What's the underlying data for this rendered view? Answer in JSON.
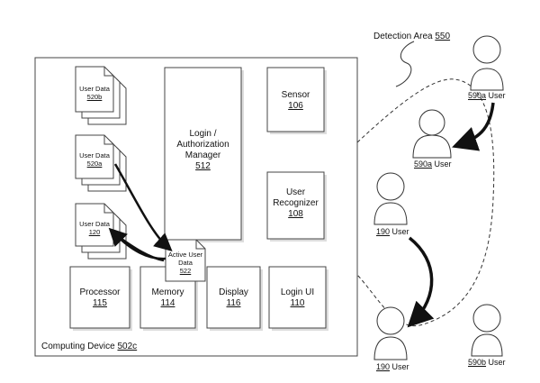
{
  "detection_area": {
    "text": "Detection Area ",
    "num": "550"
  },
  "computing_device": {
    "text": "Computing Device ",
    "num": "502c"
  },
  "components": {
    "login_manager": {
      "label": "Login / Authorization Manager",
      "num": "512"
    },
    "sensor": {
      "label": "Sensor",
      "num": "106"
    },
    "user_recognizer": {
      "label": "User Recognizer",
      "num": "108"
    },
    "processor": {
      "label": "Processor",
      "num": "115"
    },
    "memory": {
      "label": "Memory",
      "num": "114"
    },
    "display": {
      "label": "Display",
      "num": "116"
    },
    "login_ui": {
      "label": "Login UI",
      "num": "110"
    }
  },
  "documents": {
    "user_data_520b": {
      "label": "User Data",
      "num": "520b"
    },
    "user_data_520a": {
      "label": "User Data",
      "num": "520a"
    },
    "user_data_120": {
      "label": "User Data",
      "num": "120"
    },
    "active_user_data": {
      "label": "Active User Data",
      "num": "522"
    }
  },
  "users": {
    "u590a_top": {
      "num": "590a",
      "text": " User"
    },
    "u590a_mid": {
      "num": "590a",
      "text": " User"
    },
    "u190_mid": {
      "num": "190",
      "text": " User"
    },
    "u190_bottom": {
      "num": "190",
      "text": " User"
    },
    "u590b": {
      "num": "590b",
      "text": " User"
    }
  }
}
